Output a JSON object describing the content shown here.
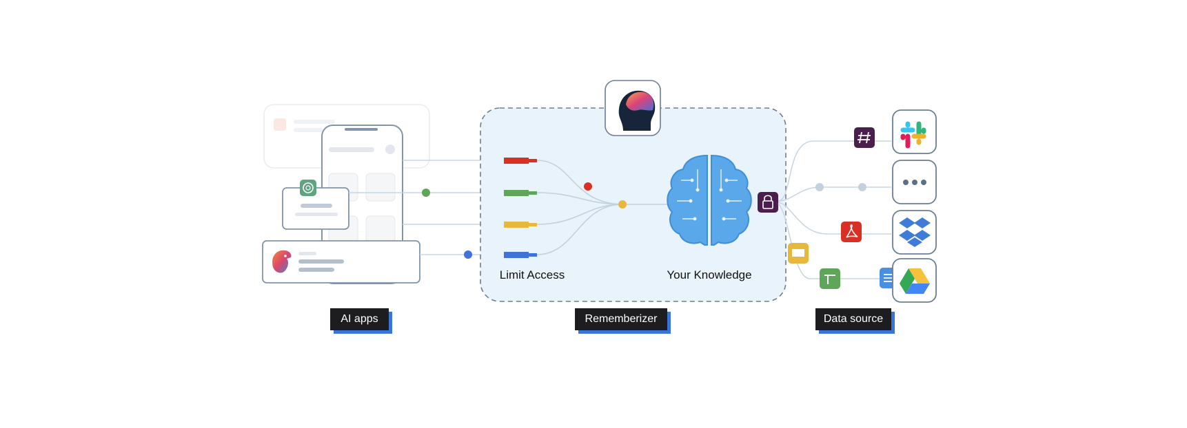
{
  "sections": {
    "ai_apps": "AI apps",
    "rememberizer": "Rememberizer",
    "data_source": "Data source"
  },
  "inner_labels": {
    "limit_access": "Limit Access",
    "your_knowledge": "Your Knowledge"
  },
  "colors": {
    "red": "#d93025",
    "green": "#5fa55a",
    "yellow": "#e8b73e",
    "blue": "#3f73d9",
    "accent": "#3b74d9",
    "panel_bg": "#e8f3fc",
    "brain": "#5aa8ea",
    "lock": "#4a1f4c"
  },
  "icons": {
    "apps": [
      "phone-mockup-icon",
      "chatgpt-icon",
      "rememberizer-bird-icon"
    ],
    "rememberizer": [
      "head-brain-icon",
      "brain-icon",
      "lock-icon"
    ],
    "sources": [
      "slack-icon",
      "more-icon",
      "dropbox-icon",
      "google-drive-icon",
      "slack-channel-icon",
      "pdf-icon",
      "google-slides-icon",
      "google-sheets-icon",
      "google-docs-icon"
    ]
  }
}
